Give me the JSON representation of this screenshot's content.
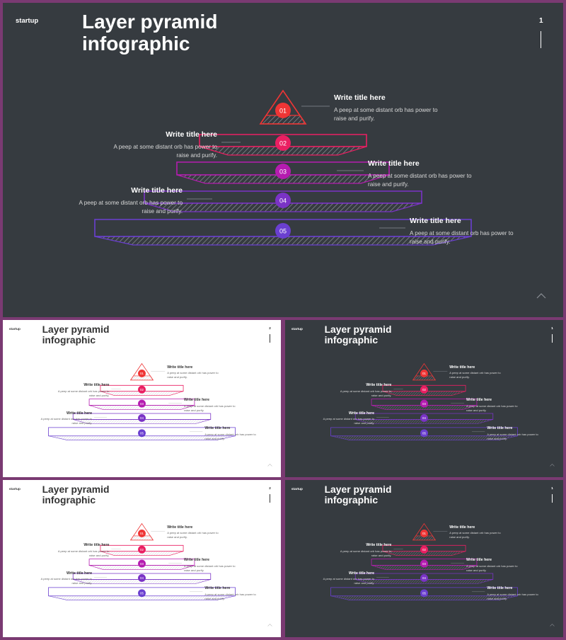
{
  "brand": "startup",
  "title_line1": "Layer pyramid",
  "title_line2": "infographic",
  "page_numbers": [
    "1",
    "2",
    "1",
    "2",
    "1"
  ],
  "layers": [
    {
      "num": "01",
      "title": "Write title here",
      "text1": "A peep at some distant orb has power to",
      "text2": "raise and purify.",
      "color": "#ef3535"
    },
    {
      "num": "02",
      "title": "Write title here",
      "text1": "A peep at some distant orb has power to",
      "text2": "raise and purify.",
      "color": "#ea1f62"
    },
    {
      "num": "03",
      "title": "Write title here",
      "text1": "A peep at some distant orb has power to",
      "text2": "raise and purify.",
      "color": "#b51cb0"
    },
    {
      "num": "04",
      "title": "Write title here",
      "text1": "A peep at some distant orb has power to",
      "text2": "raise and purify.",
      "color": "#7a33c6"
    },
    {
      "num": "05",
      "title": "Write title here",
      "text1": "A peep at some distant orb has power to",
      "text2": "raise and purify.",
      "color": "#6a3fd0"
    }
  ],
  "colors": {
    "dark_bg": "#363b40",
    "light_bg": "#ffffff",
    "frame": "#7a3a72",
    "base_stroke": "#4a4fd0"
  },
  "icons": {
    "scroll_up": "chevron-up-icon"
  }
}
